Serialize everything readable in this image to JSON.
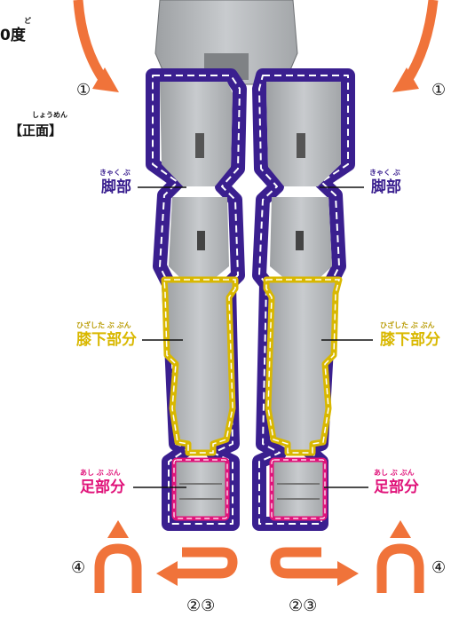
{
  "header": {
    "angle_text": "0度",
    "angle_ruby": "ど",
    "view_label": "【正面】",
    "view_ruby": "しょうめん"
  },
  "parts": {
    "leg": {
      "label": "脚部",
      "ruby": "きゃく ぶ",
      "color": "#3a1f8f"
    },
    "knee_down": {
      "label": "膝下部分",
      "ruby": "ひざした ぶ ぶん",
      "color": "#d9b800"
    },
    "foot": {
      "label": "足部分",
      "ruby": "あし ぶ ぶん",
      "color": "#e0137a"
    }
  },
  "steps": {
    "step1": "①",
    "step23": "②③",
    "step4": "④"
  },
  "colors": {
    "arrow": "#f0733a",
    "part_gray": "#b9bcbf",
    "part_dark": "#8e9194"
  }
}
